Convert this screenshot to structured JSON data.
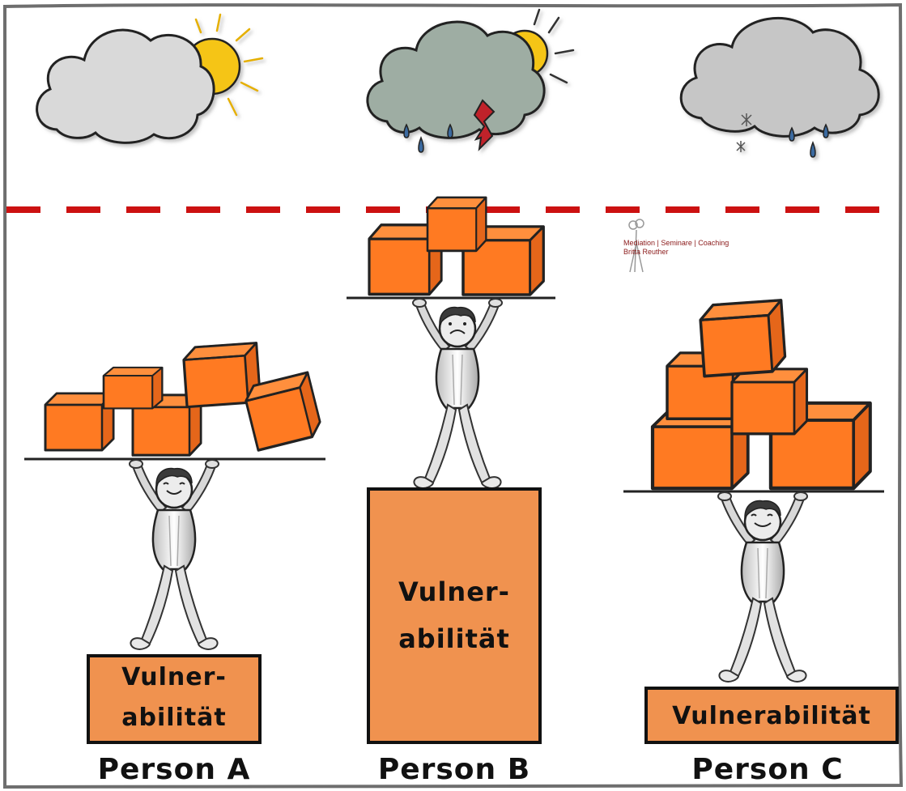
{
  "colors": {
    "box_fill": "#ff7a22",
    "pillar_fill": "#f0924f",
    "dash_line": "#cc1111",
    "cloud_light": "#d9d9d9",
    "cloud_green": "#9eada3",
    "cloud_gray": "#c6c6c6",
    "sun": "#f5c518",
    "lightning": "#c0202a",
    "rain": "#3a6aa0"
  },
  "logo": {
    "line1": "Mediation | Seminare | Coaching",
    "line2": "Britta Reuther"
  },
  "persons": [
    {
      "label": "Person A",
      "weather_icon": "cloud-with-sun-icon",
      "pillar_line1": "Vulner-",
      "pillar_line2": "abilität",
      "expression": "smiling"
    },
    {
      "label": "Person B",
      "weather_icon": "storm-cloud-with-sun-icon",
      "pillar_line1": "Vulner-",
      "pillar_line2": "abilität",
      "expression": "worried"
    },
    {
      "label": "Person C",
      "weather_icon": "rain-snow-cloud-icon",
      "pillar_text": "Vulnerabilität",
      "expression": "smiling"
    }
  ]
}
